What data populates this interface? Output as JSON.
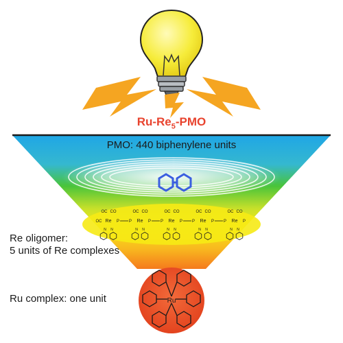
{
  "title": {
    "main": "Ru-Re",
    "subscript": "5",
    "suffix": "-PMO"
  },
  "pmo_label": "PMO: 440 biphenylene units",
  "re_oligomer_label_line1": "Re oligomer:",
  "re_oligomer_label_line2": "5 units of Re complexes",
  "ru_complex_label": "Ru complex: one unit",
  "re_unit_text": {
    "carbonyl": "OC",
    "co": "CO",
    "metal": "Re",
    "bridge": "P",
    "ru_metal": "Ru",
    "n": "N"
  },
  "re_unit_count": 5,
  "colors": {
    "title": "#e8432e",
    "bulb": "#f6ec3a",
    "bolt": "#f5a521",
    "funnel_top": "#1fa6e6",
    "funnel_mid": "#49c43a",
    "funnel_low": "#f6ea15",
    "funnel_bottom": "#f57a1d",
    "ru_circle": "#ee4f25",
    "biphenyl": "#3b5fe0"
  },
  "icons": [
    "light-bulb-icon",
    "lightning-bolt-icon"
  ]
}
